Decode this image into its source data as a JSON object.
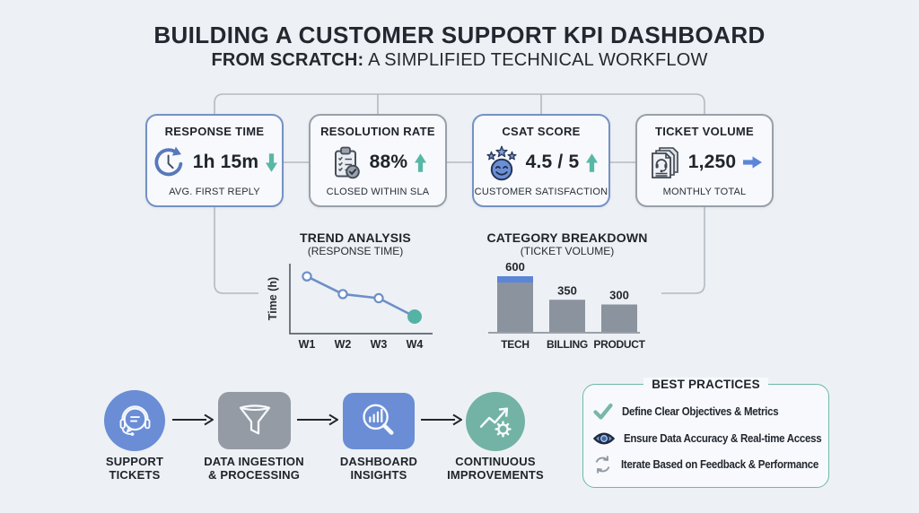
{
  "title": "BUILDING A CUSTOMER SUPPORT KPI DASHBOARD",
  "subtitle": {
    "bold": "FROM SCRATCH:",
    "rest": " A SIMPLIFIED TECHNICAL WORKFLOW"
  },
  "colors": {
    "background": "#edf1f5",
    "card_background": "#f7f9fc",
    "card_border_blue": "#7591c5",
    "card_border_grey": "#99a0a9",
    "connector_line": "#b4bac2",
    "text_dark": "#20242b",
    "teal_accent": "#58b7a5",
    "blue_accent": "#5b86d7",
    "bar_grey": "#8b939e",
    "workflow_blue": "#6a8dd6",
    "workflow_grey": "#949ba4",
    "workflow_teal": "#72b3a5",
    "best_practices_border": "#6cb9a9"
  },
  "cards": [
    {
      "title": "RESPONSE TIME",
      "value": "1h 15m",
      "caption": "AVG. FIRST REPLY",
      "trend": "down",
      "accent": "blue"
    },
    {
      "title": "RESOLUTION RATE",
      "value": "88%",
      "caption": "CLOSED WITHIN SLA",
      "trend": "up",
      "accent": "grey"
    },
    {
      "title": "CSAT SCORE",
      "value": "4.5 / 5",
      "caption": "CUSTOMER SATISFACTION",
      "trend": "up",
      "accent": "blue"
    },
    {
      "title": "TICKET VOLUME",
      "value": "1,250",
      "caption": "MONTHLY TOTAL",
      "trend": "right",
      "accent": "grey"
    }
  ],
  "chart_data": [
    {
      "type": "line",
      "title": "TREND ANALYSIS",
      "subtitle": "(RESPONSE TIME)",
      "x": [
        "W1",
        "W2",
        "W3",
        "W4"
      ],
      "values": [
        4.2,
        2.9,
        2.6,
        1.25
      ],
      "ylabel": "Time (h)",
      "xlabel": "",
      "ylim": [
        0,
        5
      ],
      "grid": false,
      "line_color": "#6d8fc9",
      "point_fill": "#ffffff",
      "last_point_color": "#54b3a4"
    },
    {
      "type": "bar",
      "title": "CATEGORY BREAKDOWN",
      "subtitle": "(TICKET VOLUME)",
      "categories": [
        "TECH",
        "BILLING",
        "PRODUCT"
      ],
      "values": [
        600,
        350,
        300
      ],
      "xlabel": "",
      "ylabel": "",
      "ylim": [
        0,
        600
      ],
      "grid": false,
      "bar_color": "#8b939e",
      "highlight_cap": {
        "index": 0,
        "color": "#5b86d7"
      }
    }
  ],
  "workflow": {
    "steps": [
      {
        "label_lines": [
          "SUPPORT",
          "TICKETS"
        ],
        "shape": "circle",
        "color": "#6a8dd6"
      },
      {
        "label_lines": [
          "DATA INGESTION",
          "& PROCESSING"
        ],
        "shape": "square",
        "color": "#949ba4"
      },
      {
        "label_lines": [
          "DASHBOARD",
          "INSIGHTS"
        ],
        "shape": "square",
        "color": "#6a8dd6"
      },
      {
        "label_lines": [
          "CONTINUOUS",
          "IMPROVEMENTS"
        ],
        "shape": "circle",
        "color": "#72b3a5"
      }
    ]
  },
  "best_practices": {
    "title": "BEST PRACTICES",
    "items": [
      {
        "icon": "checkmark",
        "text": "Define Clear Objectives & Metrics"
      },
      {
        "icon": "eye",
        "text": "Ensure Data Accuracy & Real-time Access"
      },
      {
        "icon": "refresh",
        "text": "Iterate Based on Feedback & Performance"
      }
    ]
  }
}
